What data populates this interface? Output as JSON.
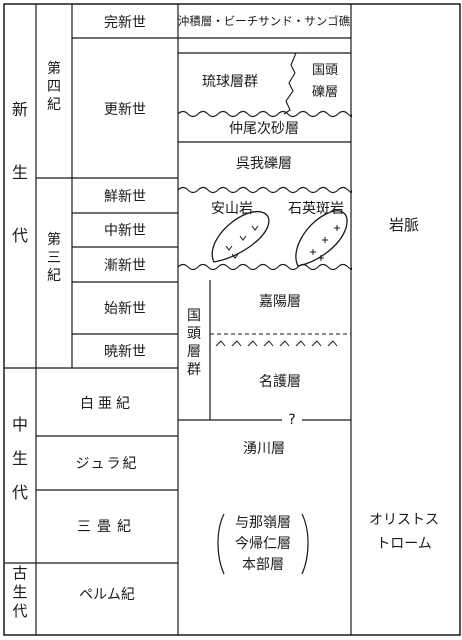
{
  "eras": {
    "cenozoic": "新生代",
    "mesozoic": "中生代",
    "paleozoic": "古生代"
  },
  "periods": {
    "quaternary": "第四紀",
    "tertiary": "第三紀"
  },
  "epochs": {
    "holocene": "完新世",
    "pleistocene": "更新世",
    "pliocene": "鮮新世",
    "miocene": "中新世",
    "oligocene": "漸新世",
    "eocene": "始新世",
    "paleocene": "暁新世",
    "cretaceous": "白亜紀",
    "jurassic": "ジュラ紀",
    "triassic": "三畳紀",
    "permian": "ペルム紀"
  },
  "formations": {
    "alluvium": "沖積層・ビーチサンド・サンゴ礁",
    "ryukyu_group": "琉球層群",
    "kunigami_gravel": "国頭礫層",
    "nakaoshi_sand": "仲尾次砂層",
    "gogane_gravel": "呉我礫層",
    "andesite": "安山岩",
    "quartz_porphyry": "石英斑岩",
    "kunigami_group": "国頭層群",
    "kayo": "嘉陽層",
    "nago": "名護層",
    "unknown_boundary": "?",
    "yuna": "湧川層",
    "yonamine": "与那嶺層",
    "nakijin": "今帰仁層",
    "motobu": "本部層"
  },
  "right_column": {
    "dike": "岩脈",
    "olistostrome": "オリストストローム"
  }
}
